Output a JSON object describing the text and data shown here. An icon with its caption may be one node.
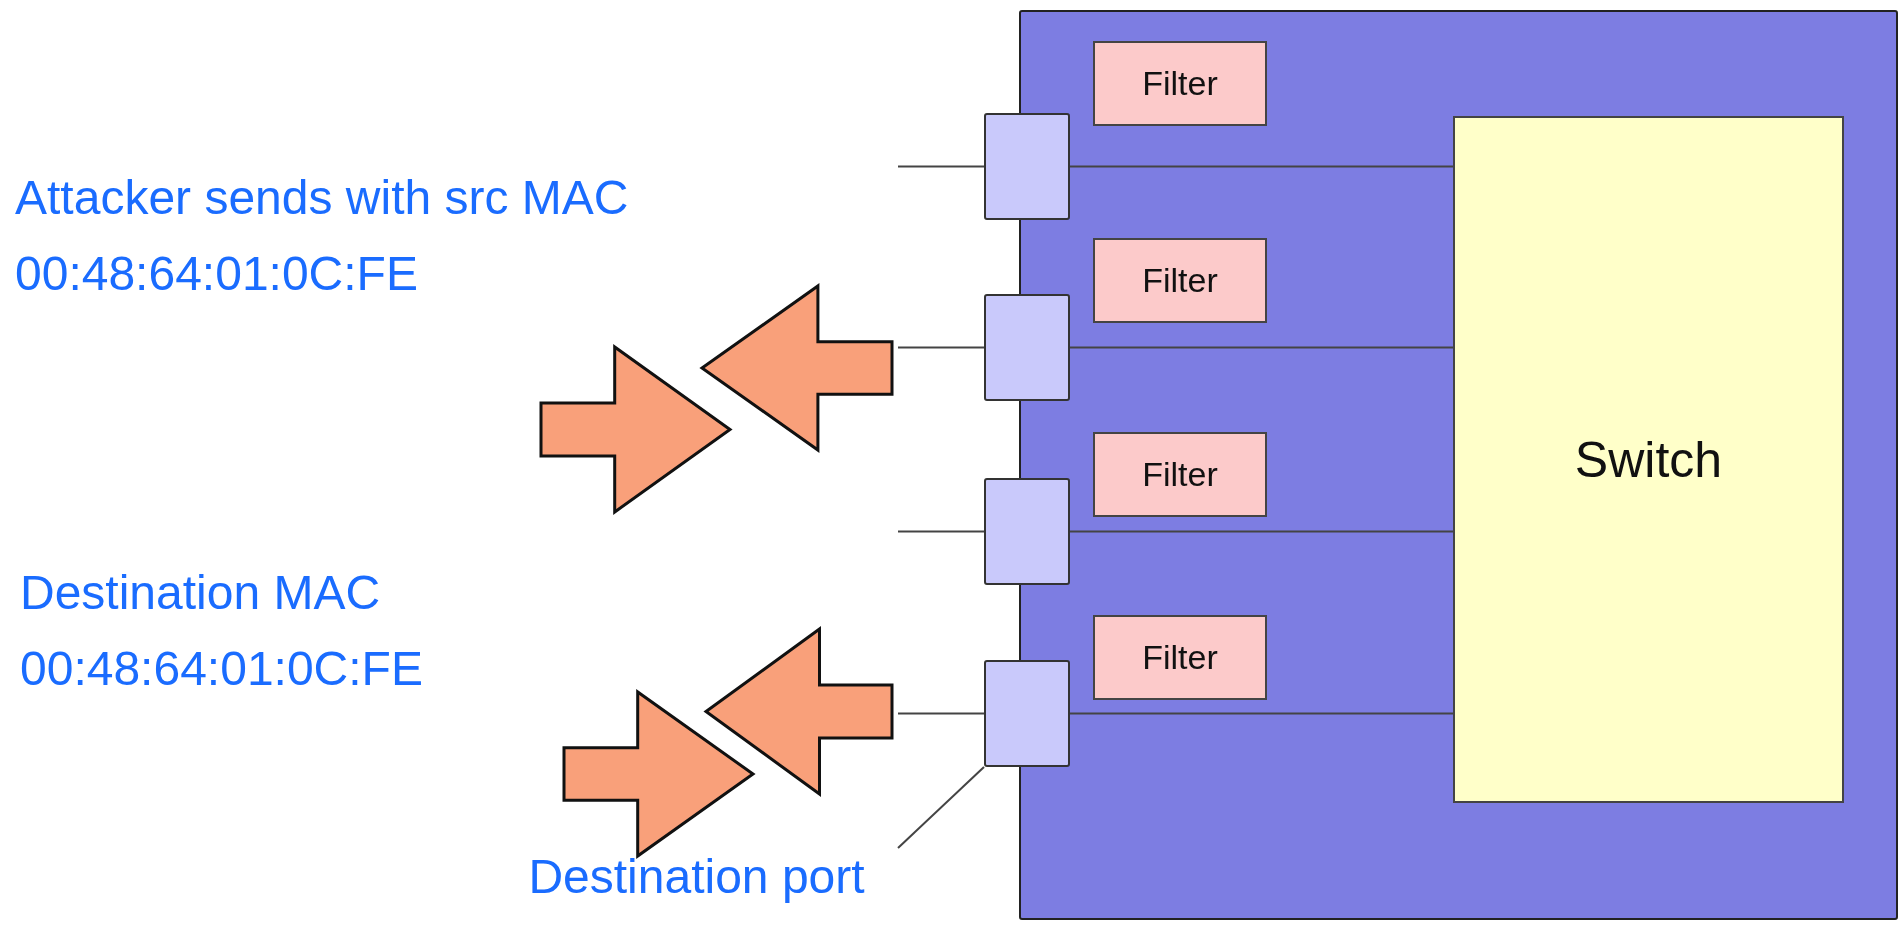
{
  "diagram": {
    "nodes": [
      {
        "text": [],
        "shape": "box"
      },
      {
        "text": [
          "Filter"
        ],
        "in": 0
      },
      {
        "text": [],
        "shape": "box",
        "in": 0
      },
      {
        "text": [
          "Switch"
        ],
        "in": 0
      },
      {
        "text": [
          "Filter"
        ],
        "in": 0
      },
      {
        "text": [],
        "shape": "box",
        "in": 0
      },
      {
        "text": [
          "Filter"
        ],
        "in": 0
      },
      {
        "text": [],
        "shape": "box",
        "in": 0
      },
      {
        "text": [
          "Filter"
        ],
        "in": 0
      },
      {
        "text": [],
        "shape": "box",
        "in": 0
      },
      {
        "text": [
          "Destination port"
        ]
      }
    ],
    "edges": [
      {
        "from": null,
        "to": 2,
        "arrow": "none"
      },
      {
        "from": 2,
        "to": 3,
        "arrow": "none"
      },
      {
        "from": null,
        "to": 5,
        "arrow": "none"
      },
      {
        "from": 5,
        "to": 3,
        "arrow": "none"
      },
      {
        "from": null,
        "to": 7,
        "arrow": "none"
      },
      {
        "from": 7,
        "to": 3,
        "arrow": "none"
      },
      {
        "from": null,
        "to": 9,
        "arrow": "none"
      },
      {
        "from": 9,
        "to": 3,
        "arrow": "none"
      },
      {
        "from": 10,
        "to": 9,
        "arrow": "none"
      }
    ],
    "labels": [
      "Attacker sends with src MAC 00:48:64:01:0C:FE",
      "Destination MAC 00:48:64:01:0C:FE"
    ]
  }
}
